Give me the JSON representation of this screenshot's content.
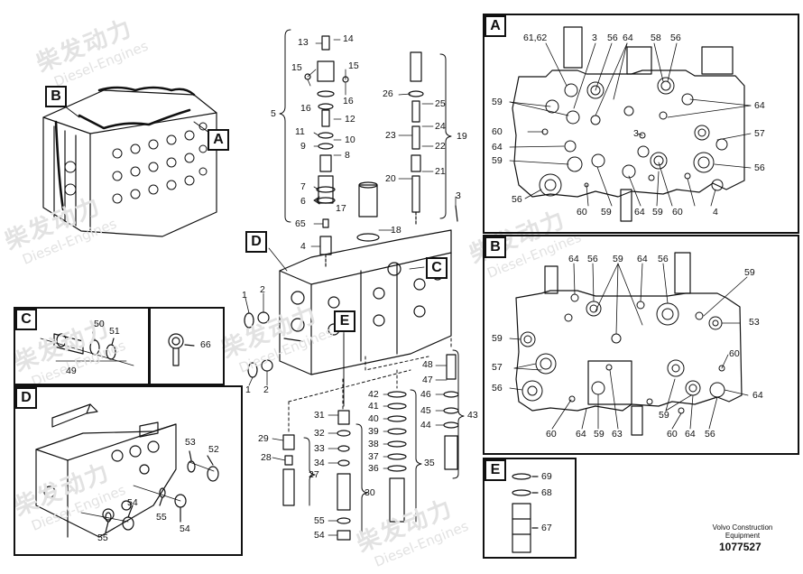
{
  "watermark": {
    "cn": "柴发动力",
    "en": "Diesel-Engines"
  },
  "panels": {
    "A": "A",
    "B": "B",
    "C": "C",
    "D": "D",
    "E": "E"
  },
  "callouts": {
    "main_C": "C",
    "main_D": "D",
    "main_E": "E",
    "overview_A": "A",
    "overview_B": "B"
  },
  "main_labels": {
    "l13": "13",
    "l14": "14",
    "l15a": "15",
    "l15b": "15",
    "l16a": "16",
    "l16b": "16",
    "l5": "5",
    "l12": "12",
    "l11": "11",
    "l10": "10",
    "l9": "9",
    "l8": "8",
    "l7": "7",
    "l6": "6",
    "l17": "17",
    "l65": "65",
    "l18": "18",
    "l4": "4",
    "l26": "26",
    "l25": "25",
    "l24": "24",
    "l23": "23",
    "l22": "22",
    "l21": "21",
    "l20": "20",
    "l19": "19",
    "l3": "3",
    "l1a": "1",
    "l2a": "2",
    "l1b": "1",
    "l2b": "2",
    "l48": "48",
    "l47": "47",
    "l46": "46",
    "l45": "45",
    "l44": "44",
    "l43": "43",
    "l42": "42",
    "l41": "41",
    "l40": "40",
    "l39": "39",
    "l38": "38",
    "l37": "37",
    "l36": "36",
    "l35": "35",
    "l31": "31",
    "l32": "32",
    "l33": "33",
    "l34": "34",
    "l30": "30",
    "l55": "55",
    "l54": "54",
    "l29": "29",
    "l28": "28",
    "l27": "27"
  },
  "panel_A_labels": {
    "a6162": "61,62",
    "a3": "3",
    "a56a": "56",
    "a64a": "64",
    "a58": "58",
    "a56b": "56",
    "a59a": "59",
    "a64b": "64",
    "a60a": "60",
    "a57": "57",
    "a64c": "64",
    "a3b": "3",
    "a59b": "59",
    "a56c": "56",
    "a56d": "56",
    "a60b": "60",
    "a59c": "59",
    "a64d": "64",
    "a59d": "59",
    "a60c": "60",
    "a4": "4"
  },
  "panel_B_labels": {
    "b64a": "64",
    "b56a": "56",
    "b59a": "59",
    "b64b": "64",
    "b56b": "56",
    "b59b": "59",
    "b53": "53",
    "b59c": "59",
    "b60a": "60",
    "b57": "57",
    "b56c": "56",
    "b64c": "64",
    "b60b": "60",
    "b64d": "64",
    "b59d": "59",
    "b63": "63",
    "b60c": "60",
    "b64e": "64",
    "b56d": "56",
    "b59e": "59"
  },
  "panel_C_labels": {
    "c50": "50",
    "c51": "51",
    "c49": "49",
    "c66": "66"
  },
  "panel_D_labels": {
    "d53": "53",
    "d52": "52",
    "d54a": "54",
    "d55a": "55",
    "d54b": "54",
    "d55b": "55"
  },
  "panel_E_labels": {
    "e69": "69",
    "e68": "68",
    "e67": "67"
  },
  "footer": {
    "brand_line1": "Volvo Construction",
    "brand_line2": "Equipment",
    "doc_number": "1077527"
  }
}
